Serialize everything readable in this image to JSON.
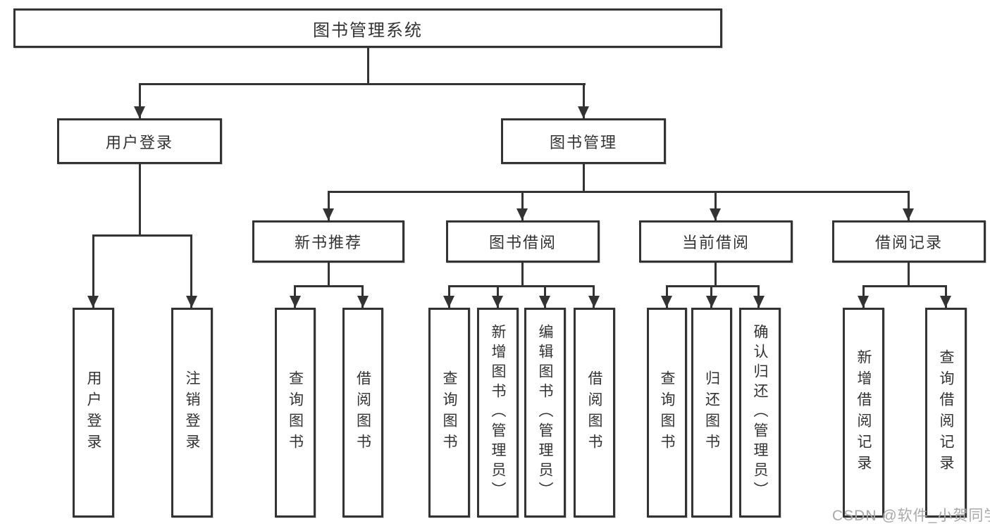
{
  "diagram": {
    "root": {
      "label": "图书管理系统"
    },
    "level2": {
      "user_login": {
        "label": "用户登录"
      },
      "book_mgmt": {
        "label": "图书管理"
      }
    },
    "level3": {
      "new_book_rec": {
        "label": "新书推荐"
      },
      "book_borrow": {
        "label": "图书借阅"
      },
      "current_borrow": {
        "label": "当前借阅"
      },
      "borrow_record": {
        "label": "借阅记录"
      }
    },
    "leaves": {
      "user_login_leaf": {
        "label": "用户登录"
      },
      "logout_leaf": {
        "label": "注销登录"
      },
      "rec_query_books": {
        "label": "查询图书"
      },
      "rec_borrow_books": {
        "label": "借阅图书"
      },
      "bb_query_books": {
        "label": "查询图书"
      },
      "bb_add_books": {
        "label": "新增图书（管理员）"
      },
      "bb_edit_books": {
        "label": "编辑图书（管理员）"
      },
      "bb_borrow_books": {
        "label": "借阅图书"
      },
      "cb_query_books": {
        "label": "查询图书"
      },
      "cb_return_books": {
        "label": "归还图书"
      },
      "cb_confirm_return": {
        "label": "确认归还（管理员）"
      },
      "br_add_record": {
        "label": "新增借阅记录"
      },
      "br_query_record": {
        "label": "查询借阅记录"
      }
    },
    "watermark": "CSDN @软件_小贺同学",
    "colors": {
      "line": "#333333",
      "text": "#333333",
      "background": "#ffffff",
      "watermark": "#a9a9a9"
    }
  }
}
